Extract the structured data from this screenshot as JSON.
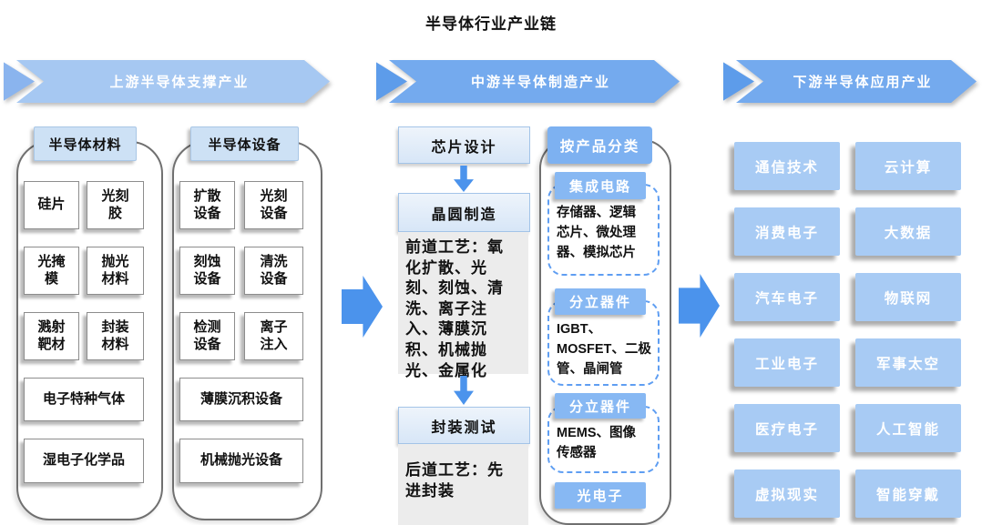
{
  "title": "半导体行业产业链",
  "banners": {
    "upstream": "上游半导体支撑产业",
    "midstream": "中游半导体制造产业",
    "downstream": "下游半导体应用产业"
  },
  "upstream": {
    "materials": {
      "header": "半导体材料",
      "items": [
        "硅片",
        "光刻\n胶",
        "光掩\n模",
        "抛光\n材料",
        "溅射\n靶材",
        "封装\n材料"
      ],
      "wide_items": [
        "电子特种气体",
        "湿电子化学品"
      ]
    },
    "equipment": {
      "header": "半导体设备",
      "items": [
        "扩散\n设备",
        "光刻\n设备",
        "刻蚀\n设备",
        "清洗\n设备",
        "检测\n设备",
        "离子\n注入"
      ],
      "wide_items": [
        "薄膜沉积设备",
        "机械抛光设备"
      ]
    }
  },
  "midstream": {
    "flow": {
      "design": "芯片设计",
      "wafer": "晶圆制造",
      "wafer_note": "前道工艺：氧\n化扩散、光\n刻、刻蚀、清\n洗、离子注\n入、薄膜沉\n积、机械抛\n光、金属化",
      "package": "封装测试",
      "package_note": "后道工艺：先\n进封装"
    },
    "classification": {
      "header": "按产品分类",
      "groups": [
        {
          "label": "集成电路",
          "detail": "存储器、逻辑\n芯片、微处理\n器、模拟芯片"
        },
        {
          "label": "分立器件",
          "detail": "IGBT、\nMOSFET、二极\n管、晶闸管"
        },
        {
          "label": "分立器件",
          "detail": "MEMS、图像\n传感器"
        },
        {
          "label": "光电子",
          "detail": ""
        }
      ]
    }
  },
  "downstream": {
    "applications": [
      "通信技术",
      "云计算",
      "消费电子",
      "大数据",
      "汽车电子",
      "物联网",
      "工业电子",
      "军事太空",
      "医疗电子",
      "人工智能",
      "虚拟现实",
      "智能穿戴"
    ]
  },
  "colors": {
    "banner_light": "#a6c8f2",
    "banner_light_accent": "#8ab4ee",
    "banner_dark": "#74aaee",
    "banner_dark_accent": "#5d9cea",
    "big_arrow": "#4b93ec",
    "flow_box_bg": "#d7e6f7",
    "flow_box_border": "#a3c4e8",
    "note_bg": "#ececec",
    "container_header_bg": "#cde1f5",
    "class_header_bg": "#7db1f1",
    "group_label_bg": "#87b8f3",
    "app_box_bg": "#a8cbf4",
    "dashed_border": "#5f9ef2"
  }
}
